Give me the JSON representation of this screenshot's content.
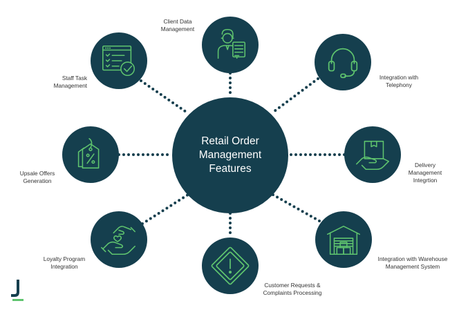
{
  "center": {
    "title": "Retail Order\nManagement\nFeatures"
  },
  "features": [
    {
      "id": "client-data",
      "label": "Client Data\nManagement",
      "icon": "user-data-icon"
    },
    {
      "id": "telephony",
      "label": "Integration with\nTelephony",
      "icon": "headset-icon"
    },
    {
      "id": "delivery",
      "label": "Delivery\nManagement\nIntegrtion",
      "icon": "package-handover-icon"
    },
    {
      "id": "warehouse",
      "label": "Integration with Warehouse\nManagement System",
      "icon": "warehouse-icon"
    },
    {
      "id": "customer-requests",
      "label": "Customer Requests &\nComplaints Processing",
      "icon": "warning-icon"
    },
    {
      "id": "loyalty",
      "label": "Loyalty Program\nIntegration",
      "icon": "heart-hands-icon"
    },
    {
      "id": "upsale",
      "label": "Upsale Offers\nGeneration",
      "icon": "price-tag-icon"
    },
    {
      "id": "staff-task",
      "label": "Staff Task\nManagement",
      "icon": "task-list-icon"
    }
  ],
  "colors": {
    "circle": "#153f4e",
    "icon_stroke": "#5fc46e",
    "dots": "#153f4e",
    "logo": "#153f4e",
    "logo_accent": "#5fc46e"
  }
}
